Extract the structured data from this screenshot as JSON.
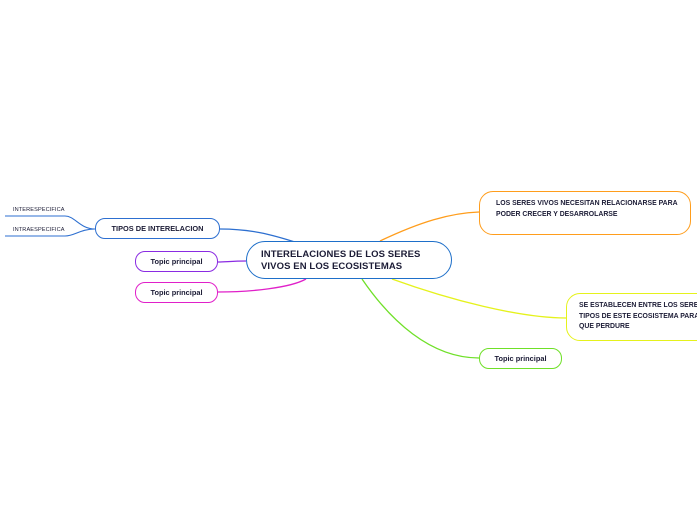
{
  "central": {
    "label": "INTERELACIONES DE LOS SERES VIVOS EN LOS ECOSISTEMAS"
  },
  "topics": {
    "tipos": {
      "label": "TIPOS DE INTERELACION",
      "color": "#2d6fd0"
    },
    "topic1": {
      "label": "Topic principal",
      "color": "#8a2be2"
    },
    "topic2": {
      "label": "Topic principal",
      "color": "#e020c9"
    },
    "topic3": {
      "label": "Topic principal",
      "color": "#6fe028"
    },
    "seres": {
      "label": "LOS SERES VIVOS NECESITAN RELACIONARSE PARA PODER CRECER Y DESARROLARSE",
      "color": "#ff9d1c"
    },
    "estab": {
      "label": "SE ESTABLECEN ENTRE LOS SERES TIPOS DE ESTE ECOSISTEMA PARA QUE PERDURE",
      "color": "#e5f21c"
    }
  },
  "subtopics": {
    "inter": {
      "label": "INTERESPECIFICA"
    },
    "intra": {
      "label": "INTRAESPECIFICA"
    }
  }
}
